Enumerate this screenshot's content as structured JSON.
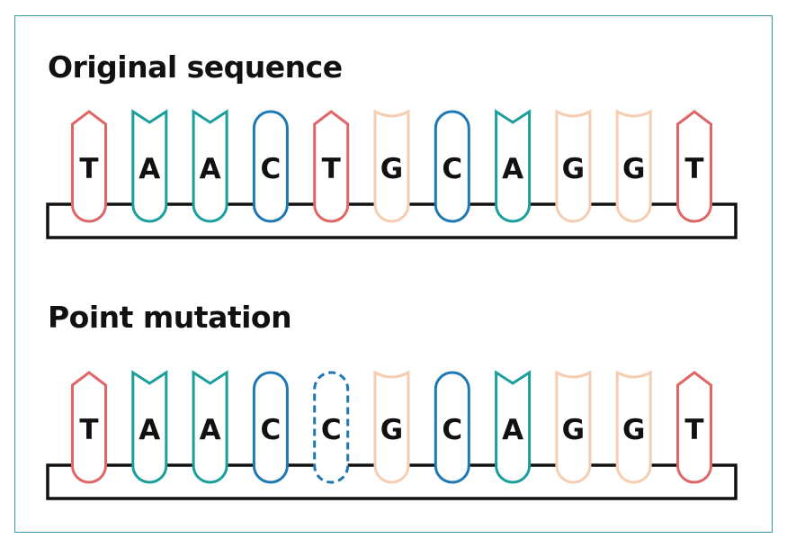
{
  "sections": [
    {
      "id": "original",
      "title": "Original sequence",
      "bases": [
        {
          "letter": "T"
        },
        {
          "letter": "A"
        },
        {
          "letter": "A"
        },
        {
          "letter": "C"
        },
        {
          "letter": "T"
        },
        {
          "letter": "G"
        },
        {
          "letter": "C"
        },
        {
          "letter": "A"
        },
        {
          "letter": "G"
        },
        {
          "letter": "G"
        },
        {
          "letter": "T"
        }
      ]
    },
    {
      "id": "mutation",
      "title": "Point mutation",
      "bases": [
        {
          "letter": "T"
        },
        {
          "letter": "A"
        },
        {
          "letter": "A"
        },
        {
          "letter": "C"
        },
        {
          "letter": "C",
          "mutated": true
        },
        {
          "letter": "G"
        },
        {
          "letter": "C"
        },
        {
          "letter": "A"
        },
        {
          "letter": "G"
        },
        {
          "letter": "G"
        },
        {
          "letter": "T"
        }
      ]
    }
  ],
  "colors": {
    "T": "#e06666",
    "A": "#1a9e9e",
    "C": "#1e78b4",
    "G": "#f6cdb0",
    "backbone": "#111111",
    "frame": "#3a9aa6"
  }
}
